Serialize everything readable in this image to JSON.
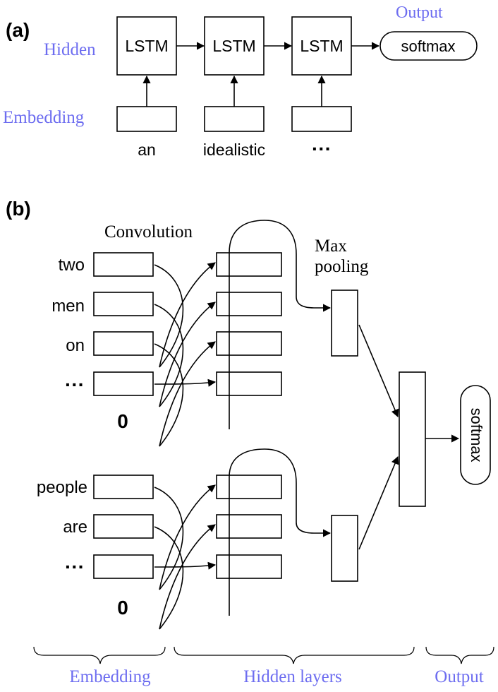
{
  "panel_a": {
    "tag": "(a)",
    "hidden_label": "Hidden",
    "embedding_label": "Embedding",
    "output_label": "Output",
    "lstm_labels": [
      "LSTM",
      "LSTM",
      "LSTM"
    ],
    "softmax_label": "softmax",
    "words": [
      "an",
      "idealistic",
      "···"
    ]
  },
  "panel_b": {
    "tag": "(b)",
    "convolution_label": "Convolution",
    "max_label": "Max",
    "pooling_label": "pooling",
    "softmax_label": "softmax",
    "sentence1_words": [
      "two",
      "men",
      "on",
      "···"
    ],
    "sentence1_pad": "0",
    "sentence2_words": [
      "people",
      "are",
      "···"
    ],
    "sentence2_pad": "0",
    "bottom_labels": {
      "embedding": "Embedding",
      "hidden_layers": "Hidden layers",
      "output": "Output"
    }
  },
  "colors": {
    "annotation": "#6d6df0",
    "lines": "#000000"
  }
}
